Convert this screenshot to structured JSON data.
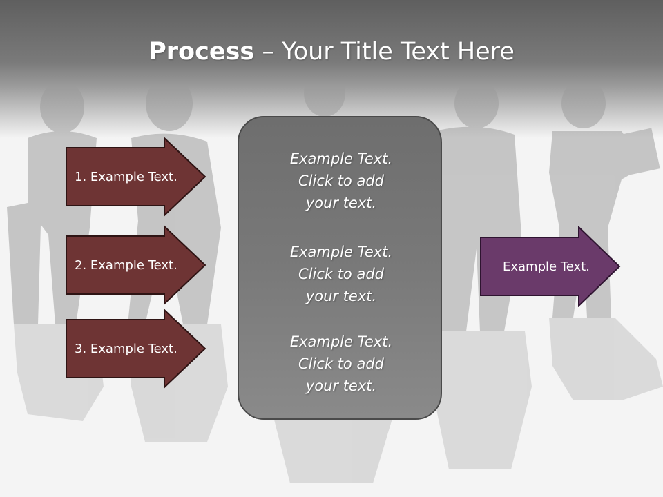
{
  "title": {
    "bold": "Process",
    "rest": " – Your Title Text Here"
  },
  "colors": {
    "input_arrow_fill": "#6e3434",
    "output_arrow_fill": "#6a3a6a",
    "center_box_fill": "#787878",
    "header_gray": "#6a6a6a"
  },
  "input_arrows": [
    {
      "label": "1. Example Text."
    },
    {
      "label": "2. Example Text."
    },
    {
      "label": "3. Example Text."
    }
  ],
  "center_blocks": [
    {
      "lines": [
        "Example Text.",
        "Click  to add",
        "your text."
      ]
    },
    {
      "lines": [
        "Example Text.",
        "Click  to add",
        "your text."
      ]
    },
    {
      "lines": [
        "Example Text.",
        "Click  to add",
        "your text."
      ]
    }
  ],
  "output_arrow": {
    "label": "Example Text."
  }
}
